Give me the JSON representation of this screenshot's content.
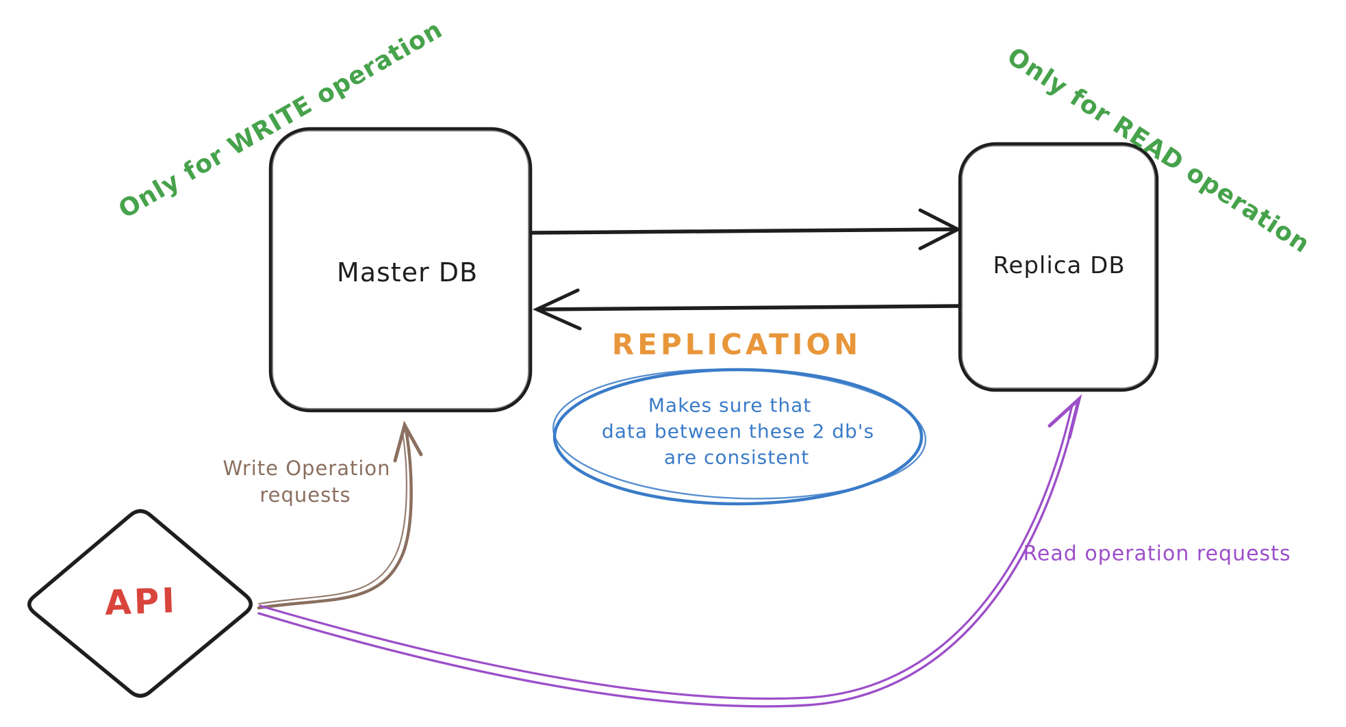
{
  "nodes": {
    "master_db": {
      "label": "Master DB"
    },
    "replica_db": {
      "label": "Replica DB"
    },
    "api": {
      "label": "API"
    }
  },
  "edges": {
    "replication_forward": {
      "from": "Master DB",
      "to": "Replica DB"
    },
    "replication_back": {
      "from": "Replica DB",
      "to": "Master DB"
    },
    "write_requests": {
      "from": "API",
      "to": "Master DB",
      "label_line1": "Write Operation",
      "label_line2": "requests"
    },
    "read_requests": {
      "from": "API",
      "to": "Replica DB",
      "label": "Read operation requests"
    }
  },
  "annotations": {
    "write_only_note": "Only for WRITE operation",
    "read_only_note": "Only for READ operation",
    "replication_title": "REPLICATION",
    "replication_note": {
      "line1": "Makes sure that",
      "line2": "data between these 2 db's",
      "line3": "are consistent"
    }
  },
  "colors": {
    "background": "#ffffff",
    "stroke_black": "#1e1e1e",
    "green_note": "#46a24b",
    "orange_title": "#e8963a",
    "blue_note": "#3a7bc8",
    "purple_edge": "#9c4fc9",
    "brown_edge": "#8a6f5f",
    "red_api": "#d9453c"
  }
}
